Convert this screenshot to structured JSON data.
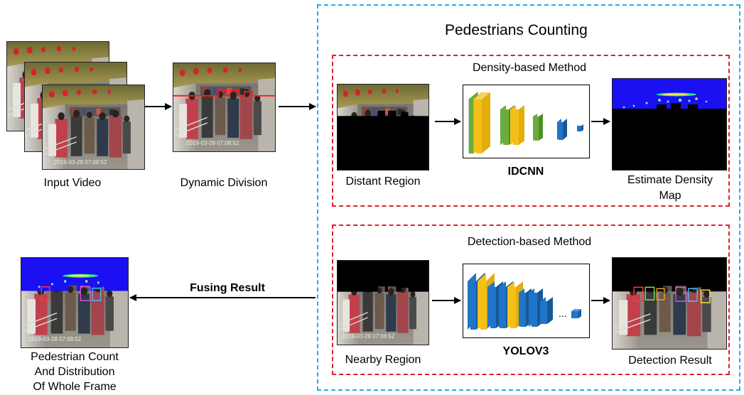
{
  "labels": {
    "input_video": "Input Video",
    "dynamic_division": "Dynamic Division",
    "pedestrians_counting": "Pedestrians Counting",
    "density_method": "Density-based Method",
    "distant_region": "Distant Region",
    "idcnn": "IDCNN",
    "estimate_density_line1": "Estimate Density",
    "estimate_density_line2": "Map",
    "detection_method": "Detection-based Method",
    "nearby_region": "Nearby Region",
    "yolov3": "YOLOV3",
    "detection_result": "Detection Result",
    "fusing_result": "Fusing Result",
    "pedestrian_count_line1": "Pedestrian Count",
    "pedestrian_count_line2": "And Distribution",
    "pedestrian_count_line3": "Of Whole Frame",
    "ellipsis": "..."
  },
  "frame_timestamp": "2019-03-28 07:08:52",
  "colors": {
    "cyan_border": "#27aee3",
    "red_border": "#e0202b",
    "layer_green": "#6aad3f",
    "layer_yellow": "#f5c016",
    "layer_blue": "#1f75c8",
    "density_blue": "#1a10f2"
  }
}
